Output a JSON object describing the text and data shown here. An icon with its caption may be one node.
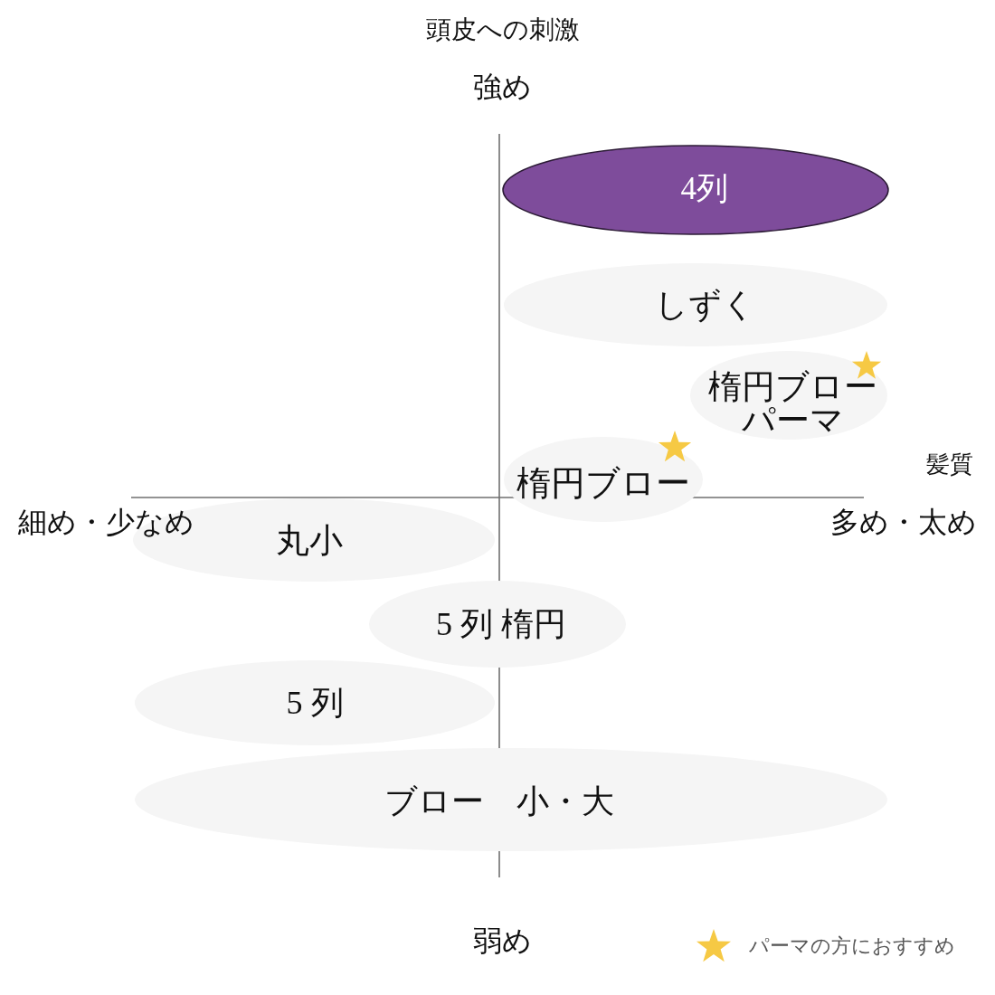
{
  "diagram": {
    "nodes": [
      {
        "text": [
          "4列"
        ]
      },
      {
        "text": [
          "しずく"
        ]
      },
      {
        "text": [
          "楕円ブローパーマ"
        ]
      },
      {
        "text": [
          "楕円ブロー"
        ]
      },
      {
        "text": [
          "丸小"
        ]
      },
      {
        "text": [
          "5 列 楕円"
        ]
      },
      {
        "text": [
          "5 列"
        ]
      },
      {
        "text": [
          "ブロー　小・大"
        ]
      }
    ],
    "labels": [
      "頭皮への刺激",
      "強め",
      "髪質",
      "細め・少なめ",
      "多め・太め",
      "弱め"
    ],
    "legend": [
      {
        "text": "パーマの方におすすめ"
      }
    ]
  }
}
